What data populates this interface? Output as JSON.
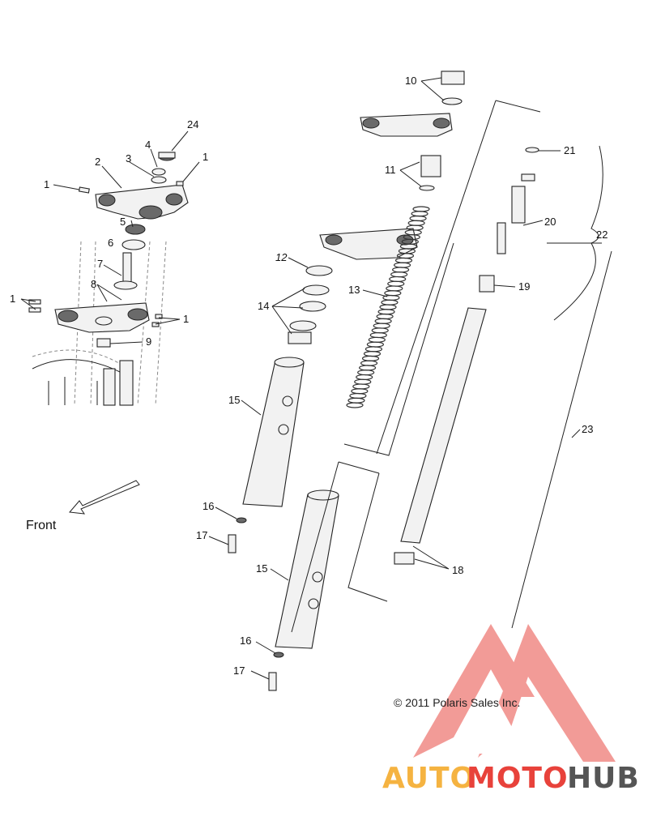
{
  "labels": {
    "p1a": "1",
    "p1b": "1",
    "p1c": "1",
    "p1d": "1",
    "p2": "2",
    "p3": "3",
    "p4": "4",
    "p5": "5",
    "p6": "6",
    "p7": "7",
    "p8": "8",
    "p9": "9",
    "p10": "10",
    "p11": "11",
    "p12": "12",
    "p13": "13",
    "p14": "14",
    "p15a": "15",
    "p15b": "15",
    "p16a": "16",
    "p16b": "16",
    "p17a": "17",
    "p17b": "17",
    "p18": "18",
    "p19": "19",
    "p20": "20",
    "p21": "21",
    "p22": "22",
    "p23": "23",
    "p24": "24"
  },
  "front_label": "Front",
  "copyright": "© 2011 Polaris Sales Inc.",
  "watermark": {
    "text_auto": "AUTO",
    "text_moto": "MOTO",
    "text_hub": "HUB",
    "color_auto": "#f5b341",
    "color_moto": "#e8423b",
    "color_hub": "#555555",
    "triangle_color": "#f08a86"
  }
}
